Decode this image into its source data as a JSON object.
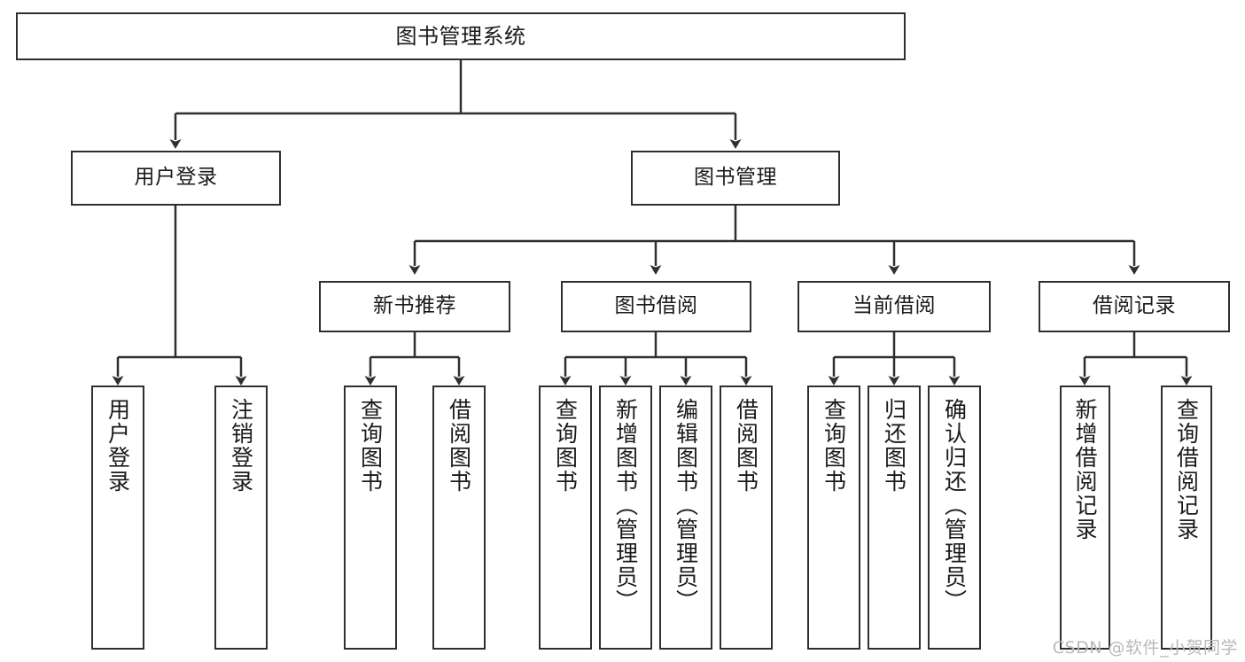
{
  "diagram": {
    "title": "图书管理系统",
    "type": "tree-hierarchy-chart",
    "root": {
      "label": "图书管理系统"
    },
    "level2": [
      {
        "label": "用户登录"
      },
      {
        "label": "图书管理"
      }
    ],
    "level3": [
      {
        "label": "新书推荐"
      },
      {
        "label": "图书借阅"
      },
      {
        "label": "当前借阅"
      },
      {
        "label": "借阅记录"
      }
    ],
    "leaves": {
      "user_login": [
        {
          "label": "用户登录"
        },
        {
          "label": "注销登录"
        }
      ],
      "new_book_recommend": [
        {
          "label": "查询图书"
        },
        {
          "label": "借阅图书"
        }
      ],
      "book_borrow": [
        {
          "label": "查询图书"
        },
        {
          "label": "新增图书（管理员）"
        },
        {
          "label": "编辑图书（管理员）"
        },
        {
          "label": "借阅图书"
        }
      ],
      "current_borrow": [
        {
          "label": "查询图书"
        },
        {
          "label": "归还图书"
        },
        {
          "label": "确认归还（管理员）"
        }
      ],
      "borrow_record": [
        {
          "label": "新增借阅记录"
        },
        {
          "label": "查询借阅记录"
        }
      ]
    }
  },
  "watermark": {
    "text": "CSDN @软件_小贺同学"
  },
  "colors": {
    "stroke": "#2f2f2f",
    "background": "#ffffff",
    "text": "#1a1a1a",
    "watermark": "#b9b9b9"
  }
}
